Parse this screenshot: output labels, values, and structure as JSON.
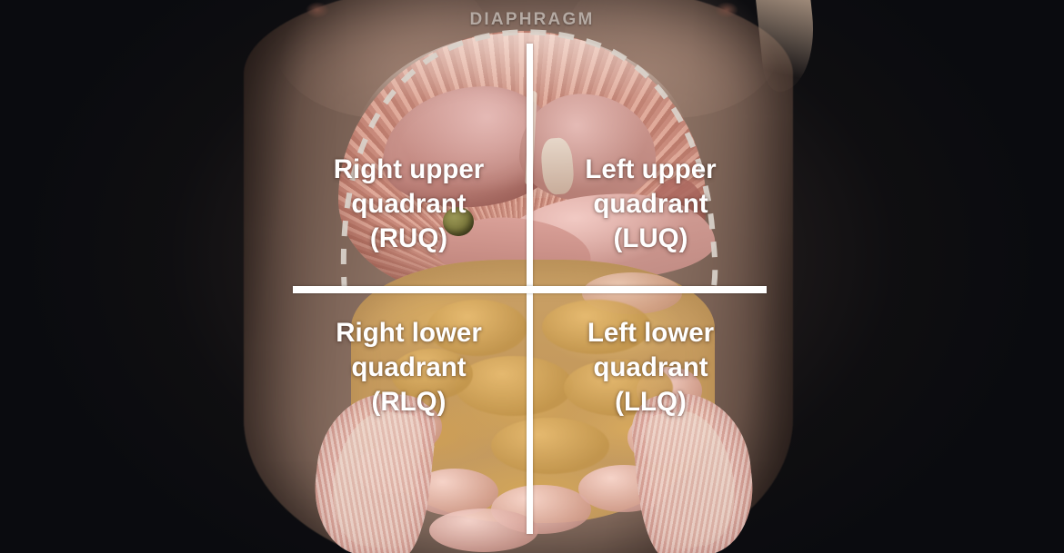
{
  "figure": {
    "title_label": "DIAPHRAGM",
    "description": "Anterior view anatomical illustration of the human abdomen divided into four clinical quadrants by intersecting white lines",
    "background_color": "#0a0b0f",
    "line_color": "#ffffff",
    "label_color": "#ffffff",
    "diaphragm_label_color": "#b5aaa3",
    "dashed_outline_color": "#d9d2cb"
  },
  "quadrants": [
    {
      "id": "ruq",
      "name": "Right upper quadrant",
      "abbreviation": "(RUQ)",
      "text": "Right upper\nquadrant\n(RUQ)",
      "position": "top-left"
    },
    {
      "id": "luq",
      "name": "Left upper quadrant",
      "abbreviation": "(LUQ)",
      "text": "Left upper\nquadrant\n(LUQ)",
      "position": "top-right"
    },
    {
      "id": "rlq",
      "name": "Right lower quadrant",
      "abbreviation": "(RLQ)",
      "text": "Right lower\nquadrant\n(RLQ)",
      "position": "bottom-left"
    },
    {
      "id": "llq",
      "name": "Left lower quadrant",
      "abbreviation": "(LLQ)",
      "text": "Left lower\nquadrant\n(LLQ)",
      "position": "bottom-right"
    }
  ],
  "anatomy": {
    "structures": [
      {
        "name": "torso",
        "color": "#8a7062"
      },
      {
        "name": "diaphragm-muscle",
        "color": "#c98b7c"
      },
      {
        "name": "liver",
        "color": "#c2877f"
      },
      {
        "name": "gallbladder",
        "color": "#6f6c33"
      },
      {
        "name": "stomach",
        "color": "#dca69e"
      },
      {
        "name": "spleen",
        "color": "#8f5249"
      },
      {
        "name": "omentum",
        "color": "#c59a5d"
      },
      {
        "name": "small-intestine",
        "color": "#e0b0a6"
      },
      {
        "name": "iliac-muscle",
        "color": "#d9a79c"
      }
    ]
  }
}
